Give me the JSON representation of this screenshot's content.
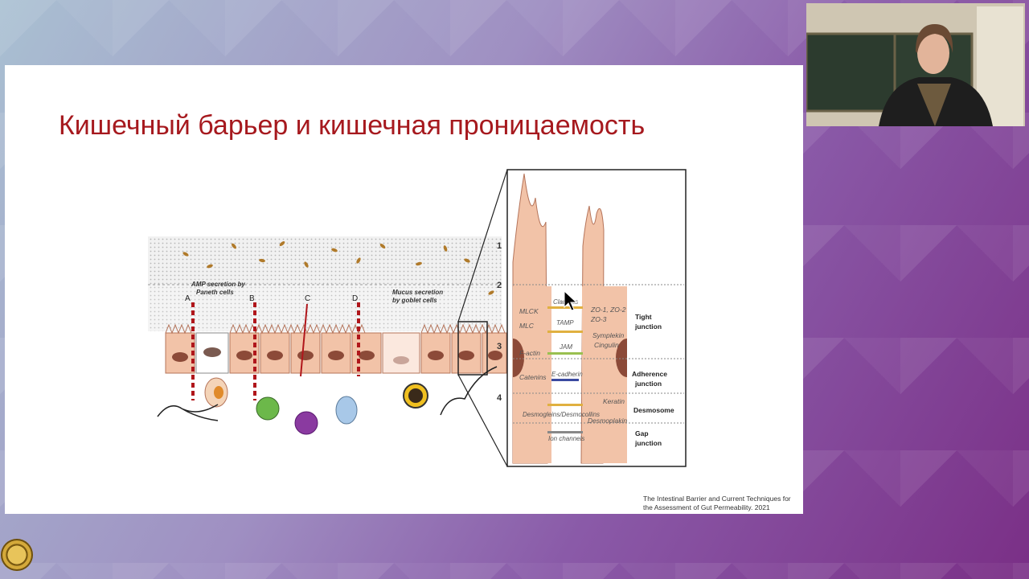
{
  "slide": {
    "title": "Кишечный барьер и кишечная проницаемость",
    "citation": "The Intestinal Barrier and Current Techniques for the Assessment of Gut Permeability. 2021"
  },
  "diagram": {
    "layer_numbers": [
      "1",
      "2",
      "3",
      "4"
    ],
    "pathway_letters": [
      "A",
      "B",
      "C",
      "D"
    ],
    "amp_label": [
      "AMP secretion by",
      "Paneth cells"
    ],
    "mucus_label": [
      "Mucus secretion",
      "by goblet cells"
    ],
    "inset_left_labels": [
      "MLCK",
      "MLC",
      "F-actin",
      "Catenins"
    ],
    "inset_center_labels": [
      "Claudins",
      "TAMP",
      "JAM",
      "E-cadherin",
      "Desmogleins/Desmocollins",
      "Ion channels"
    ],
    "inset_right_labels": [
      "ZO-1, ZO-2",
      "ZO-3",
      "Symplekin",
      "Cingulin",
      "Keratin",
      "Desmoplakin"
    ],
    "junction_labels": [
      [
        "Tight",
        "junction"
      ],
      [
        "Adherence",
        "junction"
      ],
      [
        "Desmosome"
      ],
      [
        "Gap",
        "junction"
      ]
    ]
  },
  "colors": {
    "title": "#a6191e",
    "cell_fill": "#f2c3a8",
    "cell_stroke": "#b5745a",
    "nucleus": "#8c4a38",
    "tight_junction_blood": "#b0161b"
  },
  "icons": [
    "cursor-icon",
    "university-logo-icon"
  ]
}
